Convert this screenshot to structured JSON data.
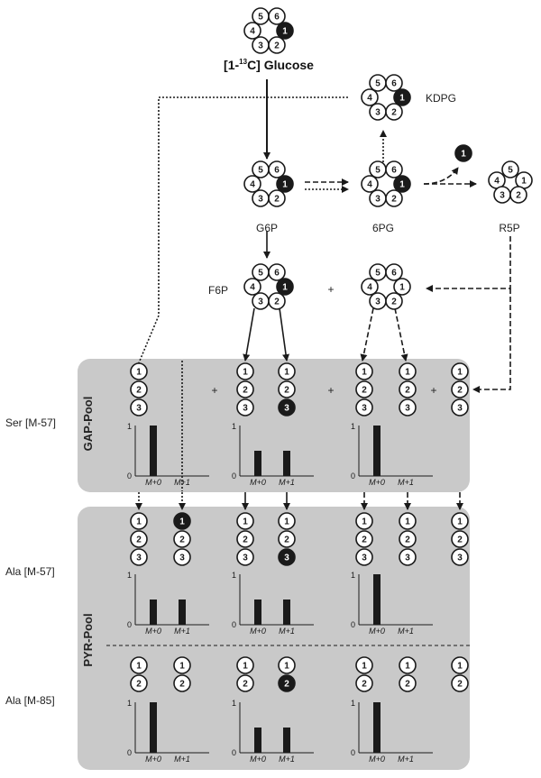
{
  "title": {
    "pre": "[1-",
    "sup": "13",
    "post": "C] Glucose"
  },
  "metabolites": {
    "kdpg": "KDPG",
    "g6p": "G6P",
    "pg6": "6PG",
    "r5p": "R5P",
    "f6p": "F6P"
  },
  "plus": "+",
  "pools": {
    "gap": "GAP-Pool",
    "pyr": "PYR-Pool"
  },
  "fragments": {
    "ser": "Ser [M-57]",
    "ala57": "Ala [M-57]",
    "ala85": "Ala [M-85]"
  },
  "axis": {
    "one": "1",
    "zero": "0",
    "m0": "M+0",
    "m1": "M+1"
  },
  "colors": {
    "pool_bg": "#c9c9c9",
    "label_fill": "#1a1a1a",
    "line": "#1a1a1a"
  },
  "bar_fractions": {
    "ser": [
      [
        1.0,
        0.0
      ],
      [
        0.5,
        0.5
      ],
      [
        1.0,
        0.0
      ]
    ],
    "ala57": [
      [
        0.5,
        0.5
      ],
      [
        0.5,
        0.5
      ],
      [
        1.0,
        0.0
      ]
    ],
    "ala85": [
      [
        1.0,
        0.0
      ],
      [
        0.5,
        0.5
      ],
      [
        1.0,
        0.0
      ]
    ]
  }
}
